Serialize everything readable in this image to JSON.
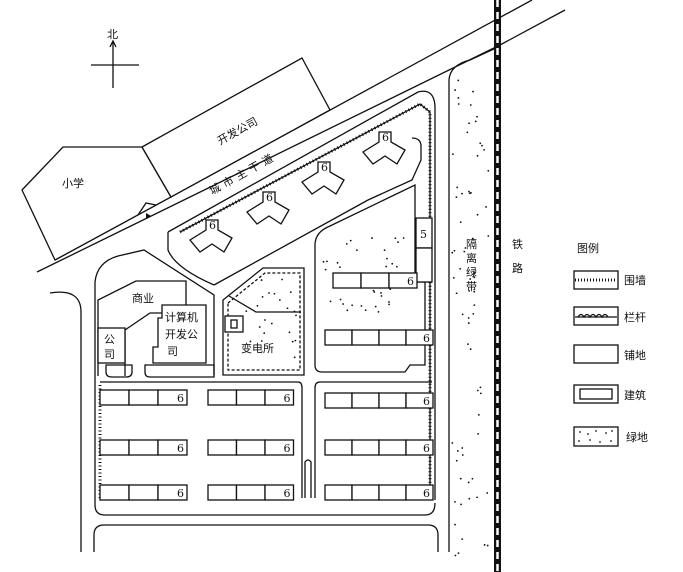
{
  "title": "Site plan",
  "north_label": "北",
  "labels": {
    "school": "小学",
    "dev_company": "开发公司",
    "main_road": "城市主干道",
    "commercial": "商业",
    "company_l1": "公",
    "company_l2": "司",
    "computer_l1": "计算机",
    "computer_l2": "开发公",
    "computer_l3": "司",
    "substation": "变电所",
    "green_belt_1": "隔",
    "green_belt_2": "离",
    "green_belt_3": "绿",
    "green_belt_4": "带",
    "railway_1": "铁",
    "railway_2": "路"
  },
  "floors": {
    "tower_1": "6",
    "tower_2": "6",
    "tower_3": "6",
    "tower_4": "6",
    "block_5": "5",
    "rows": [
      "6",
      "6",
      "6",
      "6",
      "6",
      "6",
      "6",
      "6",
      "6",
      "6",
      "6"
    ]
  },
  "legend": {
    "title": "图例",
    "items": [
      {
        "key": "wall",
        "label": "围墙"
      },
      {
        "key": "railing",
        "label": "栏杆"
      },
      {
        "key": "paving",
        "label": "铺地"
      },
      {
        "key": "building",
        "label": "建筑"
      },
      {
        "key": "green",
        "label": "绿地"
      }
    ]
  },
  "colors": {
    "ink": "#111111",
    "paper": "#ffffff"
  }
}
